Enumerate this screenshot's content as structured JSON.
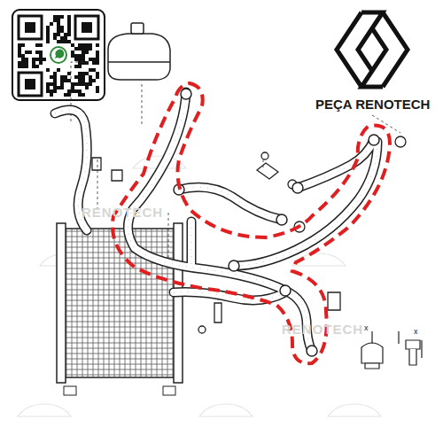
{
  "diagram": {
    "labels": [
      "PEÇA RENOTECH",
      "RENOTECH",
      "RENOTECH",
      "x",
      "x"
    ]
  }
}
